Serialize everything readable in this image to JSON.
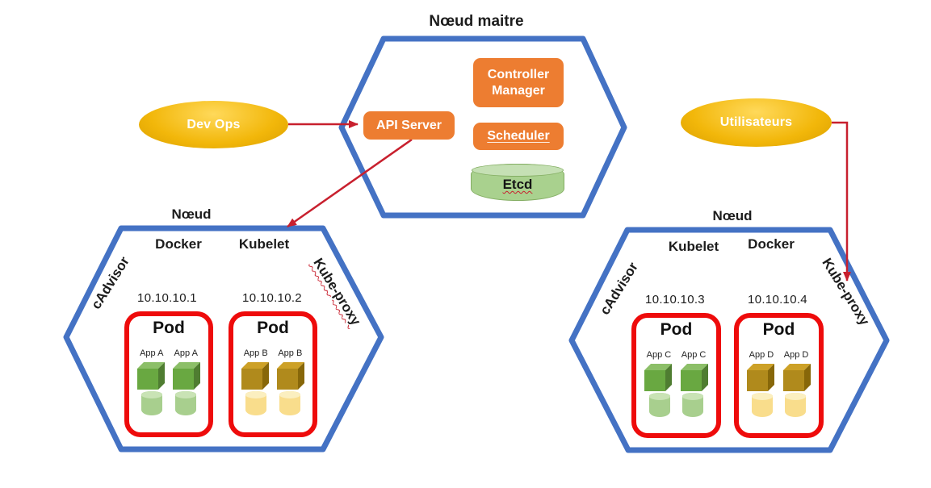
{
  "master_node": {
    "title": "Nœud maitre",
    "api_server": "API Server",
    "controller_manager": "Controller Manager",
    "scheduler": "Scheduler",
    "etcd": "Etcd"
  },
  "actors": {
    "devops": "Dev Ops",
    "users": "Utilisateurs"
  },
  "nodes": [
    {
      "title": "Nœud",
      "top_left_label": "Docker",
      "top_right_label": "Kubelet",
      "side_left_label": "cAdvisor",
      "side_right_label": "Kube-proxy",
      "pods": [
        {
          "ip": "10.10.10.1",
          "label": "Pod",
          "apps": [
            "App A",
            "App A"
          ]
        },
        {
          "ip": "10.10.10.2",
          "label": "Pod",
          "apps": [
            "App B",
            "App B"
          ]
        }
      ]
    },
    {
      "title": "Nœud",
      "top_left_label": "Kubelet",
      "top_right_label": "Docker",
      "side_left_label": "cAdvisor",
      "side_right_label": "Kube-proxy",
      "pods": [
        {
          "ip": "10.10.10.3",
          "label": "Pod",
          "apps": [
            "App C",
            "App C"
          ]
        },
        {
          "ip": "10.10.10.4",
          "label": "Pod",
          "apps": [
            "App D",
            "App D"
          ]
        }
      ]
    }
  ],
  "colors": {
    "orange": "#ED7D31",
    "blue": "#4472C4",
    "pod_red": "#EE0B0B",
    "arrow_red": "#C8202E",
    "gold_light": "#FFD95A",
    "gold_mid": "#F2B70A",
    "gold_dark": "#D99E00",
    "etcd_body": "#A9D18E",
    "etcd_top": "#C5E0B4",
    "etcd_border": "#84AE63",
    "cube_green_front": "#69A841",
    "cube_green_top": "#8CBF68",
    "cube_green_side": "#4F7D31",
    "cube_gold_front": "#B08A1C",
    "cube_gold_top": "#CDA127",
    "cube_gold_side": "#876709",
    "cyl_green_body": "#A8CF8E",
    "cyl_green_top": "#C9E3B5",
    "cyl_gold_body": "#F9DD8C",
    "cyl_gold_top": "#FBEFC0",
    "text": "#1C1C1C",
    "white": "#FFFFFF"
  }
}
